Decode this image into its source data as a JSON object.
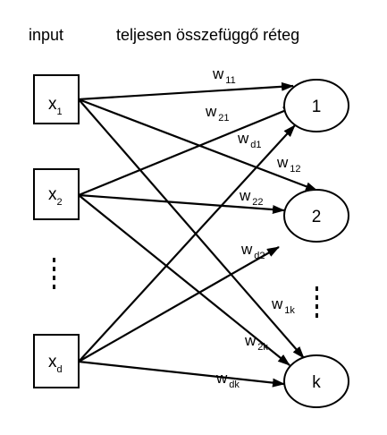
{
  "headers": {
    "input": "input",
    "layer": "teljesen összefüggő réteg"
  },
  "inputs": [
    {
      "base": "x",
      "sub": "1"
    },
    {
      "base": "x",
      "sub": "2"
    },
    {
      "base": "x",
      "sub": "d"
    }
  ],
  "outputs": [
    "1",
    "2",
    "k"
  ],
  "weights": [
    {
      "base": "w",
      "sub": "11"
    },
    {
      "base": "w",
      "sub": "21"
    },
    {
      "base": "w",
      "sub": "d1"
    },
    {
      "base": "w",
      "sub": "12"
    },
    {
      "base": "w",
      "sub": "22"
    },
    {
      "base": "w",
      "sub": "d2"
    },
    {
      "base": "w",
      "sub": "1k"
    },
    {
      "base": "w",
      "sub": "2k"
    },
    {
      "base": "w",
      "sub": "dk"
    }
  ]
}
